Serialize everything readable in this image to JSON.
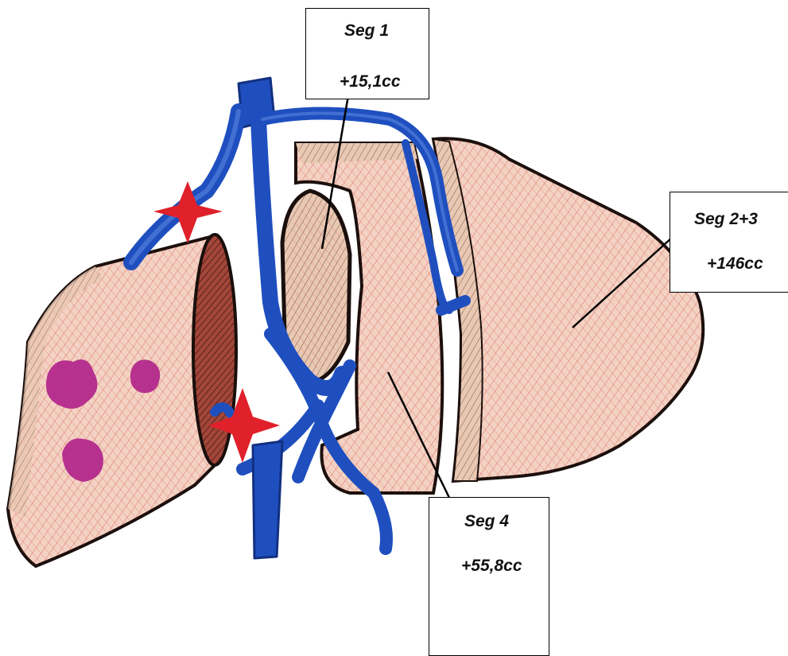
{
  "labels": {
    "seg1": {
      "name": "Seg 1",
      "volume": "+15,1cc"
    },
    "seg23": {
      "name": "Seg 2+3",
      "volume": "+146cc"
    },
    "seg4": {
      "name": "Seg 4",
      "volume": "+55,8cc"
    }
  },
  "colors": {
    "vessel": "#1f4fbf",
    "vessel_highlight": "#5a86e0",
    "tissue_fill": "#f1cdbf",
    "tissue_hatch": "#d9493a",
    "outline": "#1a0f0c",
    "cut_surface": "#8a2a1f",
    "metastasis": "#b0208a",
    "marker_star": "#e0202a"
  }
}
